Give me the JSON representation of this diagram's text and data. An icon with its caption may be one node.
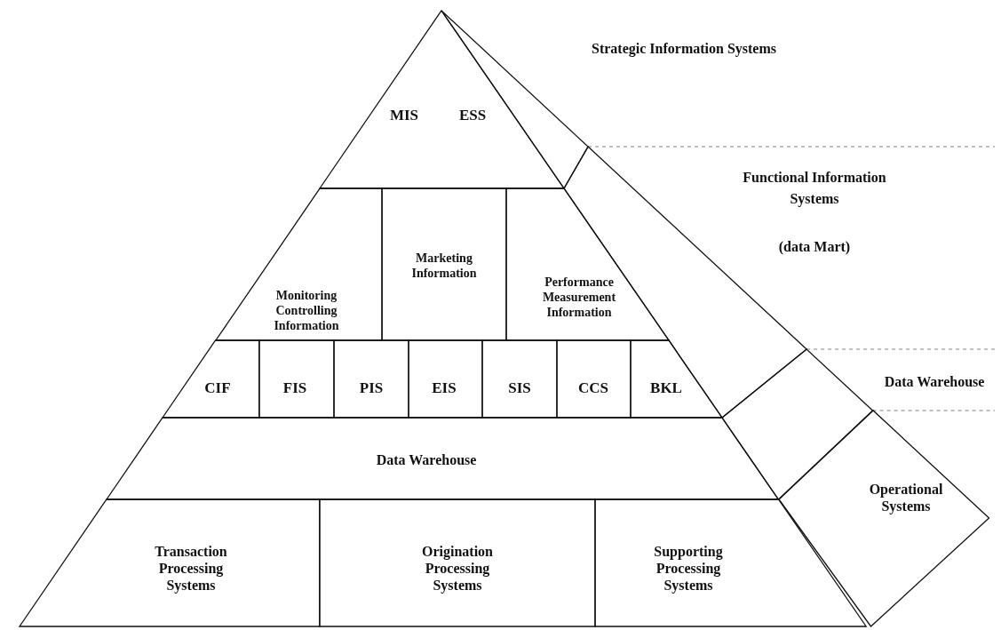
{
  "diagram": {
    "nodes": [
      {
        "text": [
          "MIS",
          "ESS"
        ]
      },
      {
        "text": [
          "Monitoring Controlling Information"
        ]
      },
      {
        "text": [
          "Marketing Information"
        ]
      },
      {
        "text": [
          "Performance Measurement Information"
        ]
      },
      {
        "text": [
          "CIF"
        ]
      },
      {
        "text": [
          "FIS"
        ]
      },
      {
        "text": [
          "PIS"
        ]
      },
      {
        "text": [
          "EIS"
        ]
      },
      {
        "text": [
          "SIS"
        ]
      },
      {
        "text": [
          "CCS"
        ]
      },
      {
        "text": [
          "BKL"
        ]
      },
      {
        "text": [
          "Data Warehouse"
        ]
      },
      {
        "text": [
          "Transaction Processing Systems"
        ]
      },
      {
        "text": [
          "Origination Processing Systems"
        ]
      },
      {
        "text": [
          "Supporting Processing Systems"
        ]
      },
      {
        "text": [],
        "shape": "box"
      },
      {
        "text": [],
        "shape": "box"
      },
      {
        "text": [],
        "shape": "box"
      },
      {
        "text": [
          "Operational Systems"
        ]
      }
    ],
    "labels": [
      "Strategic Information Systems",
      "Functional Information Systems",
      "(data Mart)",
      "Data Warehouse"
    ]
  }
}
